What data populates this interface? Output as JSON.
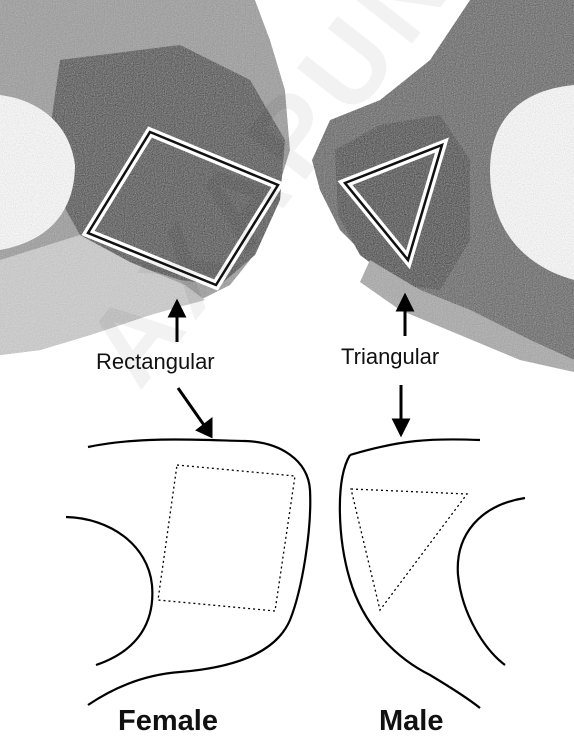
{
  "labels": {
    "rectangular": "Rectangular",
    "triangular": "Triangular",
    "female": "Female",
    "male": "Male"
  },
  "watermark": "AXAPUNTES",
  "colors": {
    "bone_light": "#d9d9d9",
    "bone_mid": "#8a8a8a",
    "bone_dark": "#2a2a2a",
    "line": "#000000",
    "outline_white": "#ffffff"
  }
}
